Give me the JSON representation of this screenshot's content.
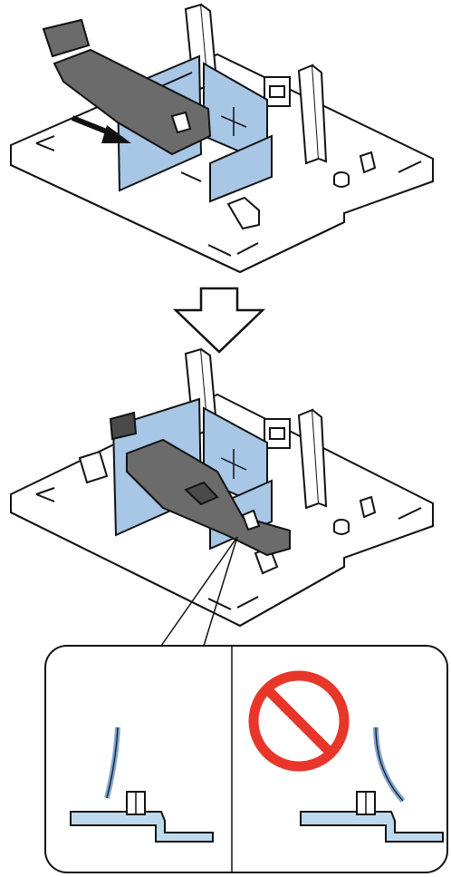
{
  "colors": {
    "background": "#ffffff",
    "outline": "#111111",
    "guide_blue": "#a8c6e6",
    "guide_blue_dark": "#7fa6d0",
    "arm_gray": "#6b6b6b",
    "arm_gray_dark": "#4a4a4a",
    "prohibit_red": "#e8362a",
    "detail_blue": "#bcd9ee"
  },
  "panels": [
    {
      "step": "before",
      "description_icon": "tray-assembly-arm-open"
    },
    {
      "step": "after",
      "description_icon": "tray-assembly-arm-closed"
    }
  ],
  "detail": {
    "correct": {
      "icon": "correct-fit-detail"
    },
    "incorrect": {
      "icon": "prohibited-sign-icon"
    }
  }
}
